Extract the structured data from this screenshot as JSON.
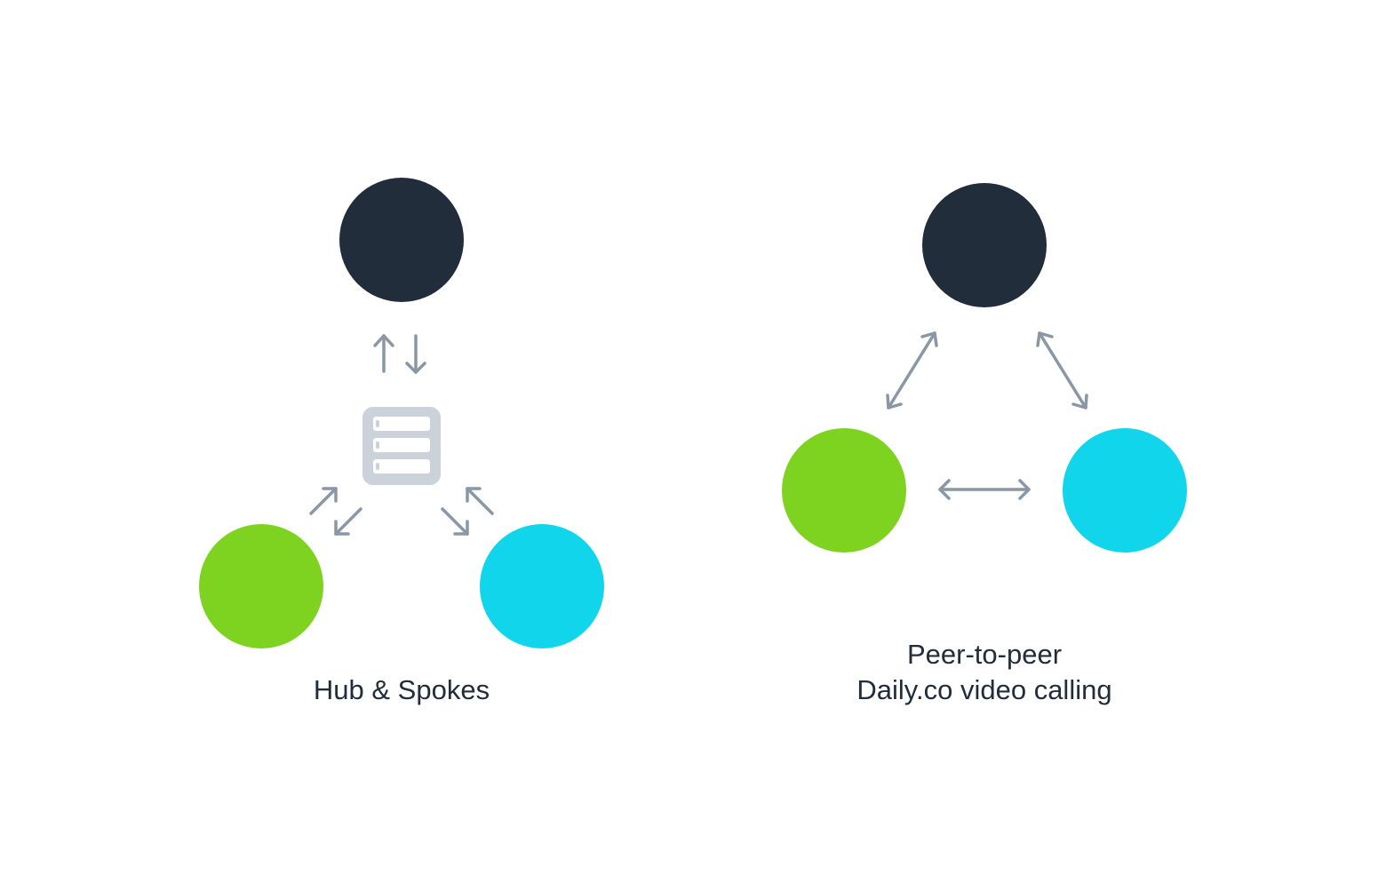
{
  "colors": {
    "dark": "#222d3c",
    "green": "#7ed321",
    "cyan": "#11d5eb",
    "arrow": "#8a97a5",
    "server_fill": "#cbd2da",
    "server_slot": "#ffffff",
    "background": "#ffffff"
  },
  "hub": {
    "caption": "Hub & Spokes",
    "server_icon": "server-icon"
  },
  "p2p": {
    "caption_line1": "Peer-to-peer",
    "caption_line2": "Daily.co video calling"
  }
}
